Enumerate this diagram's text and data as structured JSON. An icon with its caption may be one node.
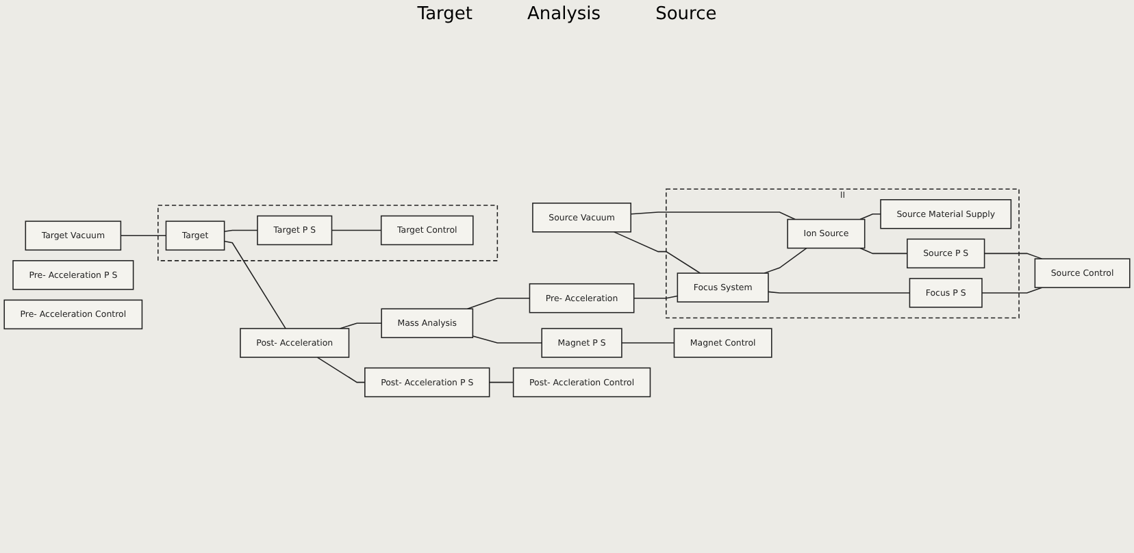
{
  "diagram": {
    "nodes": [
      {
        "text": [
          "Target Vacuum"
        ]
      },
      {
        "text": [
          "Source Vacuum"
        ]
      },
      {
        "text": [],
        "shape": "box"
      },
      {
        "text": [
          "Target"
        ],
        "in": 2
      },
      {
        "text": [
          "Post- Acceleration"
        ]
      },
      {
        "text": [
          "Mass Analysis"
        ]
      },
      {
        "text": [
          "Pre- Acceleration"
        ]
      },
      {
        "text": [
          "II"
        ]
      },
      {
        "text": [
          "Focus System"
        ],
        "in": 7
      },
      {
        "text": [
          "Ion Source"
        ],
        "in": 7
      },
      {
        "text": [
          "Source Material Supply"
        ],
        "in": 7
      },
      {
        "text": [
          "Target P S"
        ],
        "in": 2
      },
      {
        "text": [
          "Post- Acceleration P S"
        ]
      },
      {
        "text": [
          "Magnet P S"
        ]
      },
      {
        "text": [
          "Pre- Acceleration P S"
        ]
      },
      {
        "text": [
          "Focus P S"
        ],
        "in": 7
      },
      {
        "text": [
          "Source P S"
        ],
        "in": 7
      },
      {
        "text": [
          "Target Control"
        ],
        "in": 2
      },
      {
        "text": [
          "Post- Accleration Control"
        ]
      },
      {
        "text": [
          "Magnet Control"
        ]
      },
      {
        "text": [
          "Pre- Acceleration Control"
        ]
      },
      {
        "text": [
          "Source Control"
        ]
      }
    ],
    "edges": [
      {
        "from": 0,
        "to": 3,
        "arrow": "none"
      },
      {
        "from": 3,
        "to": 11,
        "arrow": "none"
      },
      {
        "from": 11,
        "to": 17,
        "arrow": "none"
      },
      {
        "from": 3,
        "to": 4,
        "arrow": "none"
      },
      {
        "from": 4,
        "to": 5,
        "arrow": "none"
      },
      {
        "from": 5,
        "to": 6,
        "arrow": "none"
      },
      {
        "from": 6,
        "to": 8,
        "arrow": "none"
      },
      {
        "from": 8,
        "to": 9,
        "arrow": "none"
      },
      {
        "from": 9,
        "to": 10,
        "arrow": "none"
      },
      {
        "from": 1,
        "to": 8,
        "arrow": "none"
      },
      {
        "from": 1,
        "to": 9,
        "arrow": "none"
      },
      {
        "from": 4,
        "to": 12,
        "arrow": "none"
      },
      {
        "from": 12,
        "to": 18,
        "arrow": "none"
      },
      {
        "from": 5,
        "to": 13,
        "arrow": "none"
      },
      {
        "from": 13,
        "to": 19,
        "arrow": "none"
      },
      {
        "from": 8,
        "to": 15,
        "arrow": "none"
      },
      {
        "from": 9,
        "to": 16,
        "arrow": "none"
      },
      {
        "from": 15,
        "to": 21,
        "arrow": "none"
      },
      {
        "from": 16,
        "to": 21,
        "arrow": "none"
      }
    ],
    "labels": [
      "Target",
      "Analysis",
      "Source"
    ]
  }
}
